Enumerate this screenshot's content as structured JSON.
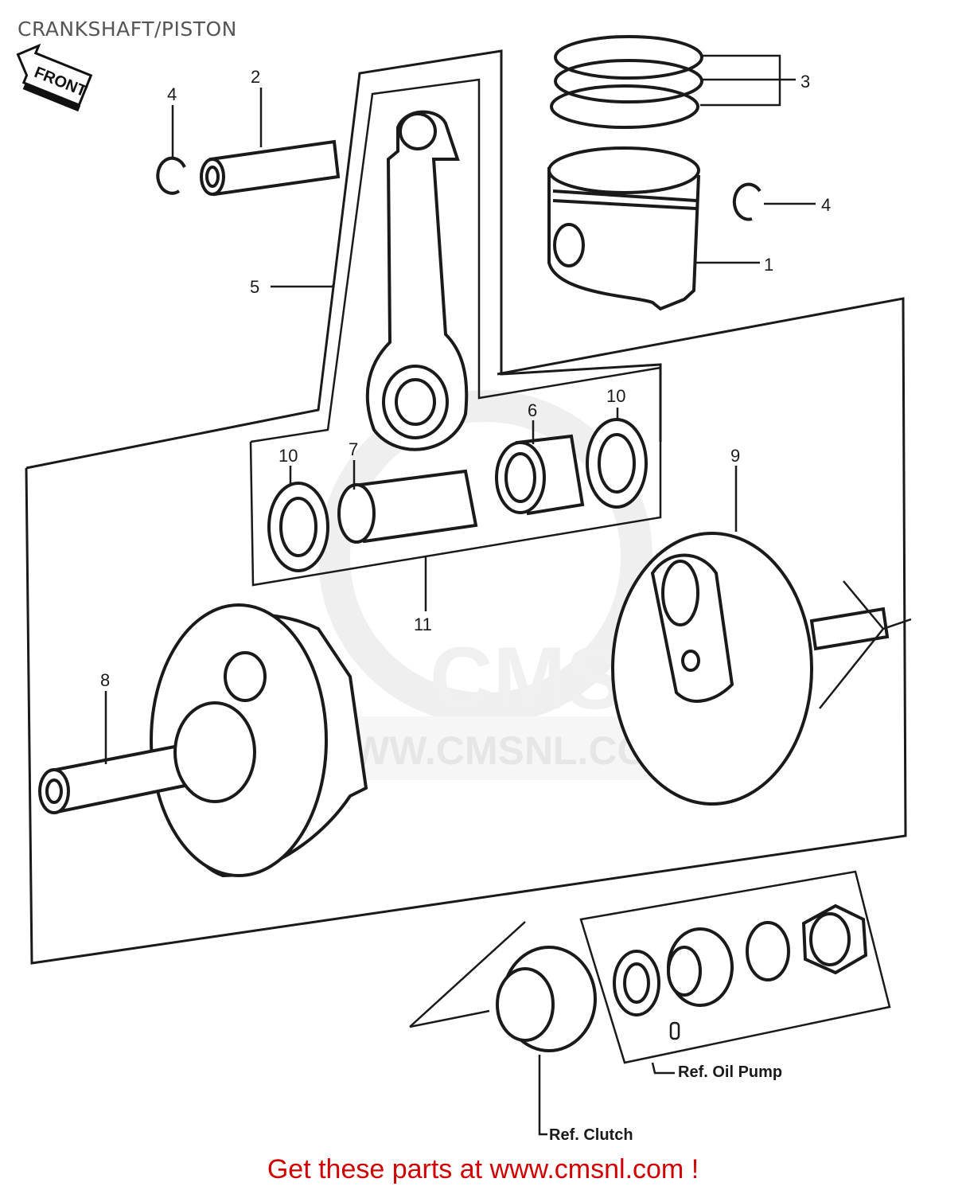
{
  "title": "CRANKSHAFT/PISTON",
  "front_arrow_label": "FRONT",
  "watermark": {
    "logo_text": "CMS",
    "url": "WWW.CMSNL.COM"
  },
  "callouts": [
    {
      "id": "1",
      "part": "piston"
    },
    {
      "id": "2",
      "part": "piston-pin"
    },
    {
      "id": "3",
      "part": "piston-rings"
    },
    {
      "id": "4",
      "part": "circlip"
    },
    {
      "id": "5",
      "part": "connecting-rod"
    },
    {
      "id": "6",
      "part": "needle-bearing"
    },
    {
      "id": "7",
      "part": "crankpin"
    },
    {
      "id": "8",
      "part": "crankshaft-left"
    },
    {
      "id": "9",
      "part": "crankshaft-right"
    },
    {
      "id": "10",
      "part": "thrust-washer"
    },
    {
      "id": "11",
      "part": "crankpin-assy"
    }
  ],
  "labels": {
    "c1": "1",
    "c2": "2",
    "c3": "3",
    "c4a": "4",
    "c4b": "4",
    "c5": "5",
    "c6": "6",
    "c7": "7",
    "c8": "8",
    "c9": "9",
    "c10a": "10",
    "c10b": "10",
    "c11": "11",
    "ref_oil_pump": "Ref. Oil Pump",
    "ref_clutch": "Ref. Clutch"
  },
  "footer": "Get these parts at www.cmsnl.com !",
  "colors": {
    "footer": "#d10000",
    "line": "#1a1a1a",
    "watermark": "#ececec"
  }
}
